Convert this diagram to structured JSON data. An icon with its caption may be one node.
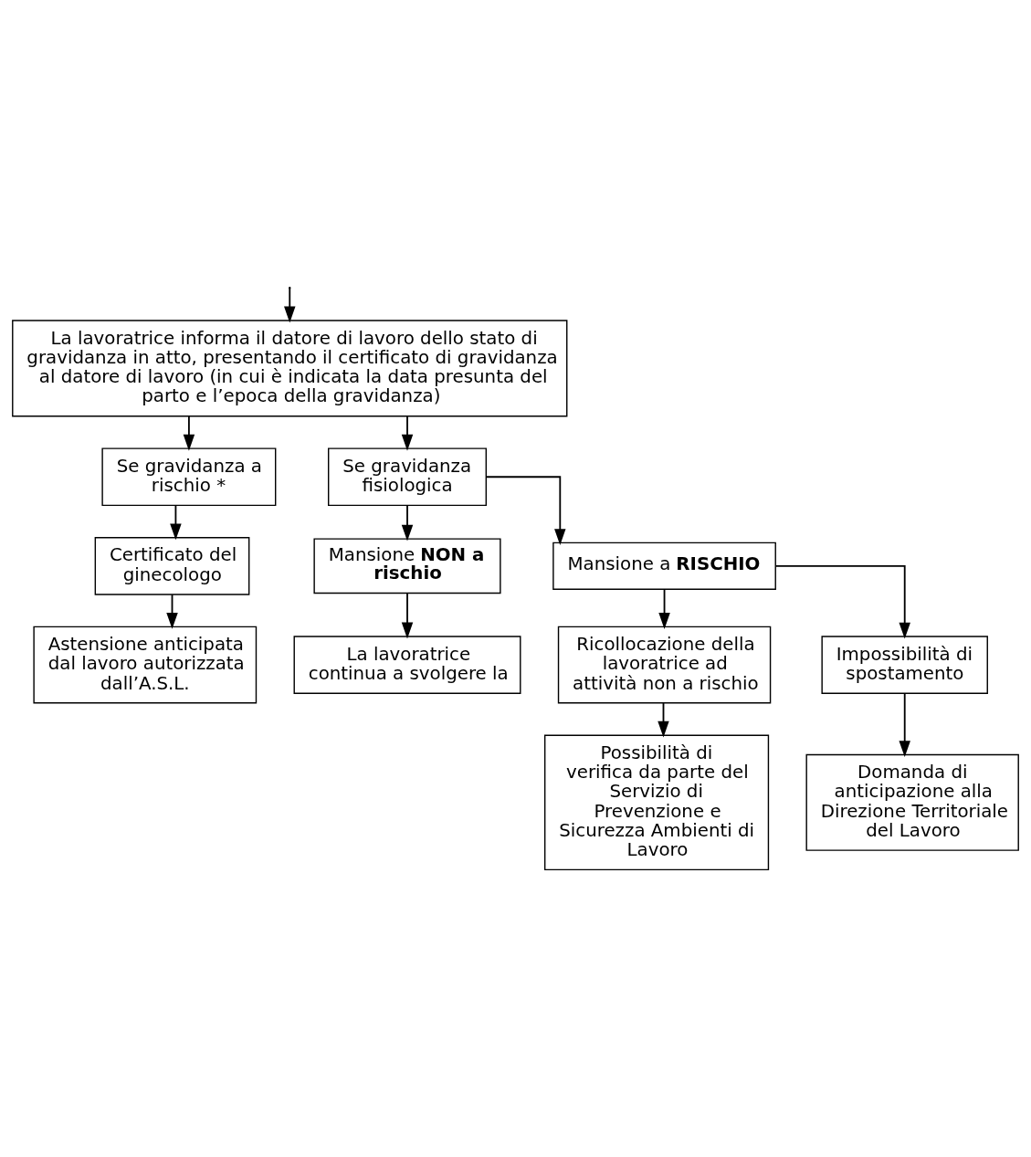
{
  "diagram": {
    "nodes": [
      {
        "text": [
          "La lavoratrice informa il datore di lavoro dello stato di gravidanza in atto, presentando il certificato di gravidanza al datore di lavoro (in cui è indicata la data presunta del parto e l’epoca della gravidanza)"
        ]
      },
      {
        "text": [
          "Se gravidanza a rischio *"
        ]
      },
      {
        "text": [
          "Certificato del ginecologo"
        ]
      },
      {
        "text": [
          "Astensione anticipata dal lavoro autorizzata dall’A.S.L."
        ]
      },
      {
        "text": [
          "Se gravidanza fisiologica"
        ]
      },
      {
        "text": [
          "Mansione **NON a rischio**"
        ]
      },
      {
        "text": [
          "La lavoratrice continua a svolgere la"
        ]
      },
      {
        "text": [
          "Mansione a **RISCHIO**"
        ]
      },
      {
        "text": [
          "Ricollocazione della lavoratrice ad attività non a rischio"
        ]
      },
      {
        "text": [
          "Impossibilità di spostamento"
        ]
      },
      {
        "text": [
          "Possibilità di verifica da parte del Servizio di Prevenzione e Sicurezza Ambienti di Lavoro"
        ]
      },
      {
        "text": [
          "Domanda di anticipazione alla Direzione Territoriale del Lavoro"
        ]
      }
    ],
    "edges": [
      {
        "from": null,
        "to": 0,
        "arrow": "to"
      },
      {
        "from": 0,
        "to": 1,
        "arrow": "to"
      },
      {
        "from": 0,
        "to": 4,
        "arrow": "to"
      },
      {
        "from": 1,
        "to": 2,
        "arrow": "to"
      },
      {
        "from": 2,
        "to": 3,
        "arrow": "to"
      },
      {
        "from": 4,
        "to": 5,
        "arrow": "to"
      },
      {
        "from": 4,
        "to": 7,
        "arrow": "to"
      },
      {
        "from": 5,
        "to": 6,
        "arrow": "to"
      },
      {
        "from": 7,
        "to": 8,
        "arrow": "to"
      },
      {
        "from": 7,
        "to": 9,
        "arrow": "to"
      },
      {
        "from": 8,
        "to": 10,
        "arrow": "to"
      },
      {
        "from": 9,
        "to": 11,
        "arrow": "to"
      }
    ]
  }
}
